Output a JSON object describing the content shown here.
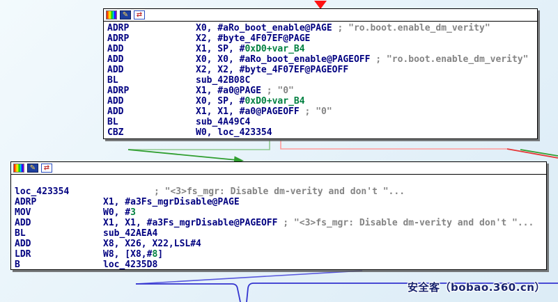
{
  "colors": {
    "arrow_red": "#ff1212",
    "edge_red_soft": "#ff9b9b",
    "edge_red": "#e53535",
    "edge_green_soft": "#8fc98f",
    "edge_green": "#2f9e2f",
    "edge_blue": "#3333cf",
    "edge_blue_diag": "#5757dd"
  },
  "icons": {
    "edit_glyph": "✎",
    "xrefs_glyph": "⇄"
  },
  "watermark": {
    "text": "安全客（bobao.360.cn）"
  },
  "blocks": [
    {
      "label": "verity-check-block",
      "lines": [
        [
          [
            "m",
            "ADRP"
          ],
          [
            "o",
            "X0, #aRo_boot_enable@PAGE"
          ],
          [
            "c",
            " ; \"ro.boot.enable_dm_verity\""
          ]
        ],
        [
          [
            "m",
            "ADRP"
          ],
          [
            "o",
            "X2, #byte_4F07EF@PAGE"
          ]
        ],
        [
          [
            "m",
            "ADD"
          ],
          [
            "o",
            "X1, SP, #"
          ],
          [
            "n",
            "0xD0+var_B4"
          ]
        ],
        [
          [
            "m",
            "ADD"
          ],
          [
            "o",
            "X0, X0, #aRo_boot_enable@PAGEOFF"
          ],
          [
            "c",
            " ; \"ro.boot.enable_dm_verity\""
          ]
        ],
        [
          [
            "m",
            "ADD"
          ],
          [
            "o",
            "X2, X2, #byte_4F07EF@PAGEOFF"
          ]
        ],
        [
          [
            "m",
            "BL"
          ],
          [
            "o",
            "sub_42B08C"
          ]
        ],
        [
          [
            "m",
            "ADRP"
          ],
          [
            "o",
            "X1, #a0@PAGE"
          ],
          [
            "c",
            " ; \"0\""
          ]
        ],
        [
          [
            "m",
            "ADD"
          ],
          [
            "o",
            "X0, SP, #"
          ],
          [
            "n",
            "0xD0+var_B4"
          ]
        ],
        [
          [
            "m",
            "ADD"
          ],
          [
            "o",
            "X1, X1, #a0@PAGEOFF"
          ],
          [
            "c",
            " ; \"0\""
          ]
        ],
        [
          [
            "m",
            "BL"
          ],
          [
            "o",
            "sub_4A49C4"
          ]
        ],
        [
          [
            "m",
            "CBZ"
          ],
          [
            "o",
            "W0, loc_423354"
          ]
        ]
      ]
    },
    {
      "label": "loc_423354-block",
      "lines": [
        [],
        [
          [
            "lbl",
            "loc_423354"
          ],
          [
            "c",
            "; \"<3>fs_mgr: Disable dm-verity and don't \"..."
          ]
        ],
        [
          [
            "m",
            "ADRP"
          ],
          [
            "o",
            "X1, #a3Fs_mgrDisable@PAGE"
          ]
        ],
        [
          [
            "m",
            "MOV"
          ],
          [
            "o",
            "W0, #"
          ],
          [
            "n",
            "3"
          ]
        ],
        [
          [
            "m",
            "ADD"
          ],
          [
            "o",
            "X1, X1, #a3Fs_mgrDisable@PAGEOFF"
          ],
          [
            "c",
            " ; \"<3>fs_mgr: Disable dm-verity and don't \"..."
          ]
        ],
        [
          [
            "m",
            "BL"
          ],
          [
            "o",
            "sub_42AEA4"
          ]
        ],
        [
          [
            "m",
            "ADD"
          ],
          [
            "o",
            "X8, X26, X22,LSL#4"
          ]
        ],
        [
          [
            "m",
            "LDR"
          ],
          [
            "o",
            "W8, [X8,#"
          ],
          [
            "n",
            "8"
          ],
          [
            "o",
            "]"
          ]
        ],
        [
          [
            "m",
            "B"
          ],
          [
            "o",
            "loc_4235D8"
          ]
        ]
      ]
    }
  ]
}
